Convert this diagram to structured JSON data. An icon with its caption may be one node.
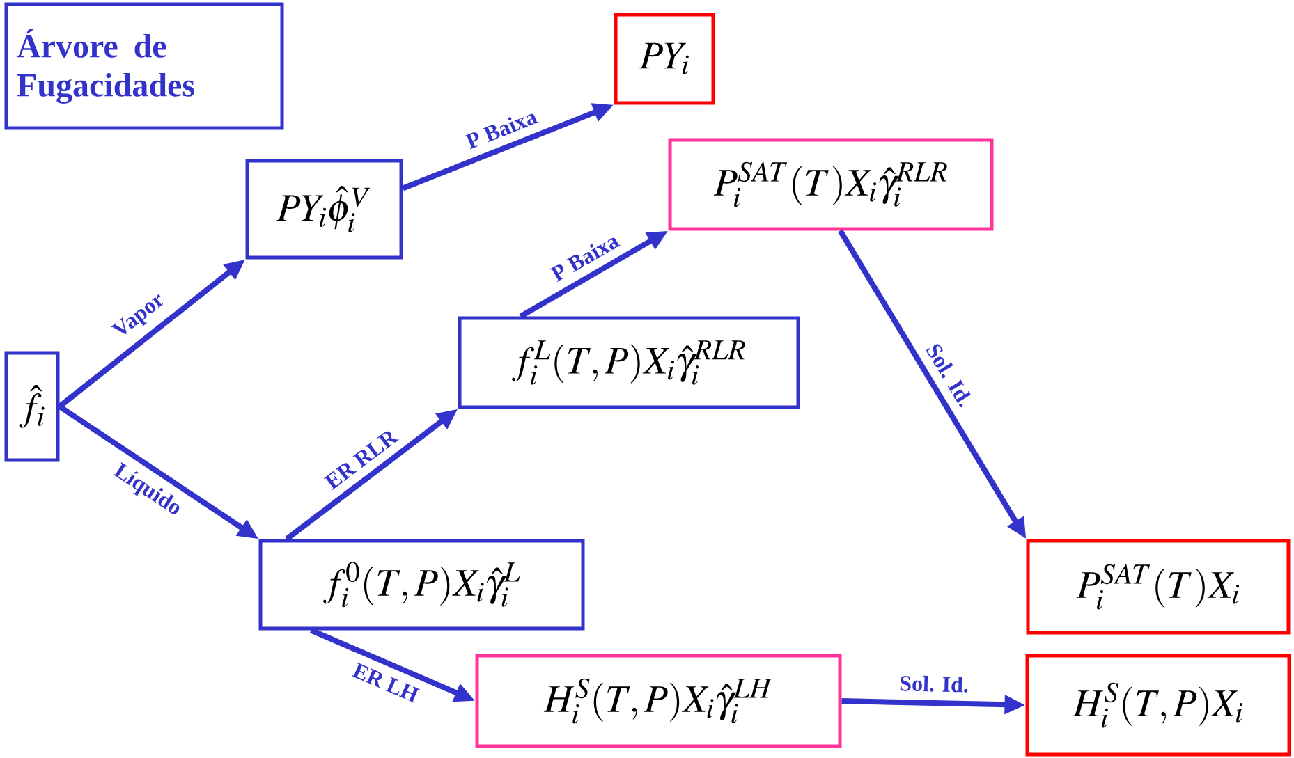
{
  "diagram": {
    "nodes": [
      {
        "text": [
          "Árvore de Fugacidades"
        ]
      },
      {
        "text": [
          "\\hat{f}_i"
        ]
      },
      {
        "text": [
          "PY_i\\hat{\\phi}_i^V"
        ]
      },
      {
        "text": [
          "PY_i"
        ]
      },
      {
        "text": [
          "P_i^{SAT}(T)X_i\\hat{\\gamma}_i^{RLR}"
        ]
      },
      {
        "text": [
          "f_i^L(T,P)X_i\\hat{\\gamma}_i^{RLR}"
        ]
      },
      {
        "text": [
          "f_i^0(T,P)X_i\\hat{\\gamma}_i^L"
        ]
      },
      {
        "text": [
          "P_i^{SAT}(T)X_i"
        ]
      },
      {
        "text": [
          "H_i^S(T,P)X_i\\hat{\\gamma}_i^{LH}"
        ]
      },
      {
        "text": [
          "H_i^S(T,P)X_i"
        ]
      }
    ],
    "edges": [
      {
        "from": 1,
        "to": 2,
        "arrow": "to",
        "label": "Vapor"
      },
      {
        "from": 1,
        "to": 6,
        "arrow": "to",
        "label": "Líquido"
      },
      {
        "from": 2,
        "to": 3,
        "arrow": "to",
        "label": "P Baixa"
      },
      {
        "from": 6,
        "to": 5,
        "arrow": "to",
        "label": "ER RLR"
      },
      {
        "from": 5,
        "to": 4,
        "arrow": "to",
        "label": "P Baixa"
      },
      {
        "from": 4,
        "to": 7,
        "arrow": "to",
        "label": "Sol. Id."
      },
      {
        "from": 6,
        "to": 8,
        "arrow": "to",
        "label": "ER LH"
      },
      {
        "from": 8,
        "to": 9,
        "arrow": "to",
        "label": "Sol. Id."
      }
    ]
  }
}
